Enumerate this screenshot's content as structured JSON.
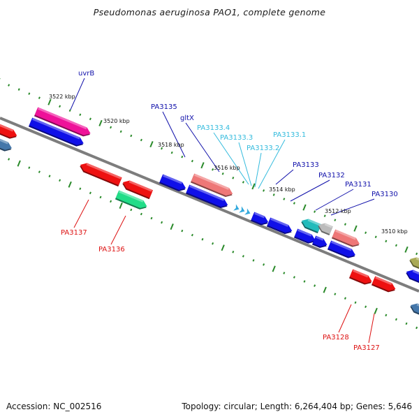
{
  "title": "Pseudomonas aeruginosa PAO1, complete genome",
  "footer": {
    "accession": "Accession: NC_002516",
    "summary": "Topology: circular; Length: 6,264,404 bp; Genes: 5,646"
  },
  "ruler": {
    "ticks": [
      "3522 kbp",
      "3520 kbp",
      "3518 kbp",
      "3516 kbp",
      "3514 kbp",
      "3512 kbp",
      "3510 kbp"
    ]
  },
  "labels": {
    "top": [
      "uvrB",
      "PA3135",
      "gltX",
      "PA3133.4",
      "PA3133.3",
      "PA3133.2",
      "PA3133.1",
      "PA3133",
      "PA3132",
      "PA3131",
      "PA3130"
    ],
    "bottom": [
      "PA3137",
      "PA3136",
      "PA3128",
      "PA3127"
    ]
  },
  "colors": {
    "backbone": "#7d7d7d",
    "tick": "#2a8a2a",
    "gene_blue": "#1010e8",
    "gene_red": "#ee1111",
    "gene_magenta": "#ee1199",
    "gene_green": "#22dd88",
    "gene_salmon": "#ee7777",
    "gene_cyan": "#22bbbb",
    "gene_gray": "#bbbbbb",
    "gene_steel": "#4477aa",
    "gene_olive": "#aaaa55",
    "rna_cyan": "#33aadd",
    "label_blue": "#1010aa",
    "label_cyan": "#33bbdd",
    "label_red": "#dd1111"
  }
}
